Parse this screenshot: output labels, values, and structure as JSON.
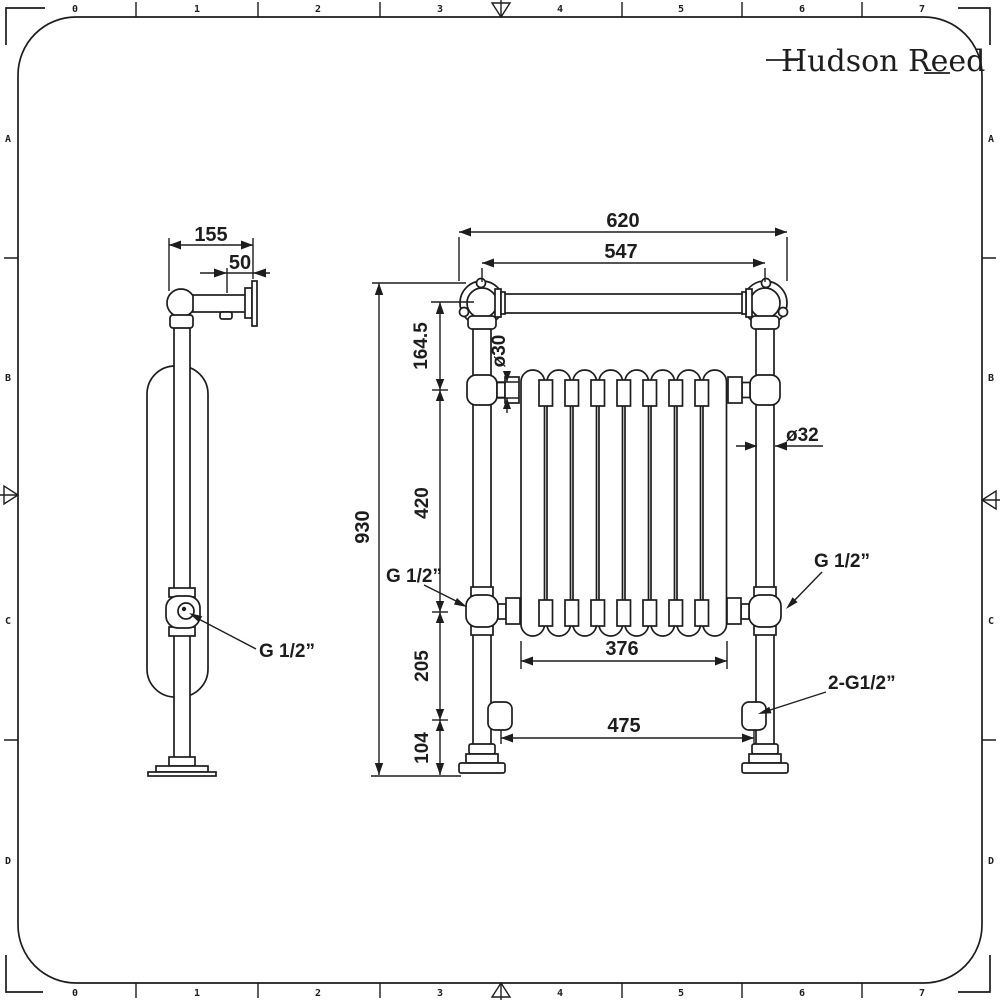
{
  "sheet": {
    "background": "#ffffff",
    "line_color": "#1d1d1d",
    "ruler": {
      "top": [
        "0",
        "1",
        "2",
        "3",
        "4",
        "5",
        "6",
        "7"
      ],
      "bottom": [
        "0",
        "1",
        "2",
        "3",
        "4",
        "5",
        "6",
        "7"
      ],
      "left": [
        "A",
        "B",
        "C",
        "D"
      ],
      "right": [
        "A",
        "B",
        "C",
        "D"
      ]
    }
  },
  "logo": {
    "brand": "Hudson Reed"
  },
  "side_view": {
    "depth": "155",
    "wall_projection": "50",
    "connection": "G 1/2”"
  },
  "front_view": {
    "overall_width": "620",
    "rail_centres": "547",
    "overall_height": "930",
    "top_section": "164.5",
    "column_section": "420",
    "lower_section": "205",
    "base_section": "104",
    "rail_diameter": "ø30",
    "post_diameter": "ø32",
    "column_width": "376",
    "valve_centres": "475",
    "left_connection": "G 1/2”",
    "right_connection": "G 1/2”",
    "bottom_connections": "2-G1/2”"
  }
}
